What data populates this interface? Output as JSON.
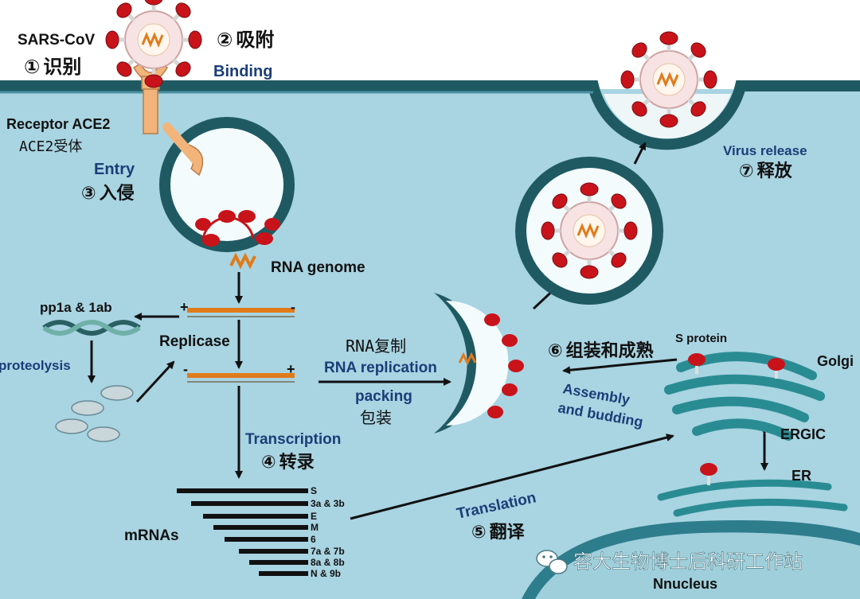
{
  "colors": {
    "background_top": "#ffffff",
    "cytoplasm": "#a9d4e2",
    "membrane": "#1f5a63",
    "membrane_edge": "#3e8a96",
    "spike_head": "#c8131a",
    "spike_stalk": "#dcdcdc",
    "receptor": "#f2b47a",
    "rna": "#e07b1a",
    "golgi": "#2a8c93",
    "nucleus": "#2e7d8c",
    "text_dark": "#111111",
    "text_blue": "#1a3e78"
  },
  "virus": {
    "name": "SARS-CoV"
  },
  "steps": {
    "step1": {
      "num": "①",
      "zh": "识别"
    },
    "step2": {
      "num": "②",
      "zh": "吸附",
      "en": "Binding"
    },
    "step3": {
      "num": "③",
      "zh": "入侵",
      "en": "Entry"
    },
    "step4": {
      "num": "④",
      "zh": "转录",
      "en": "Transcription"
    },
    "step5": {
      "num": "⑤",
      "zh": "翻译",
      "en": "Translation"
    },
    "step6": {
      "num": "⑥",
      "zh": "组装和成熟",
      "en_line1": "Assembly",
      "en_line2": "and budding"
    },
    "step7": {
      "num": "⑦",
      "zh": "释放",
      "en": "Virus release"
    }
  },
  "labels": {
    "receptor_en": "Receptor ACE2",
    "receptor_zh": "ACE2受体",
    "rna_genome": "RNA genome",
    "pp1a": "pp1a & 1ab",
    "replicase": "Replicase",
    "proteolysis": "proteolysis",
    "rna_replication_zh": "RNA复制",
    "rna_replication_en": "RNA replication",
    "packing_en": "packing",
    "packing_zh": "包装",
    "mrnas": "mRNAs",
    "s_protein": "S protein",
    "golgi": "Golgi",
    "ergic": "ERGIC",
    "er": "ER",
    "nucleus": "Nnucleus",
    "plus": "+",
    "minus": "-"
  },
  "mrna_list": [
    "S",
    "3a & 3b",
    "E",
    "M",
    "6",
    "7a & 7b",
    "8a & 8b",
    "N & 9b"
  ],
  "watermark": {
    "text": "容大生物博士后科研工作站",
    "icon": "wechat-icon"
  }
}
